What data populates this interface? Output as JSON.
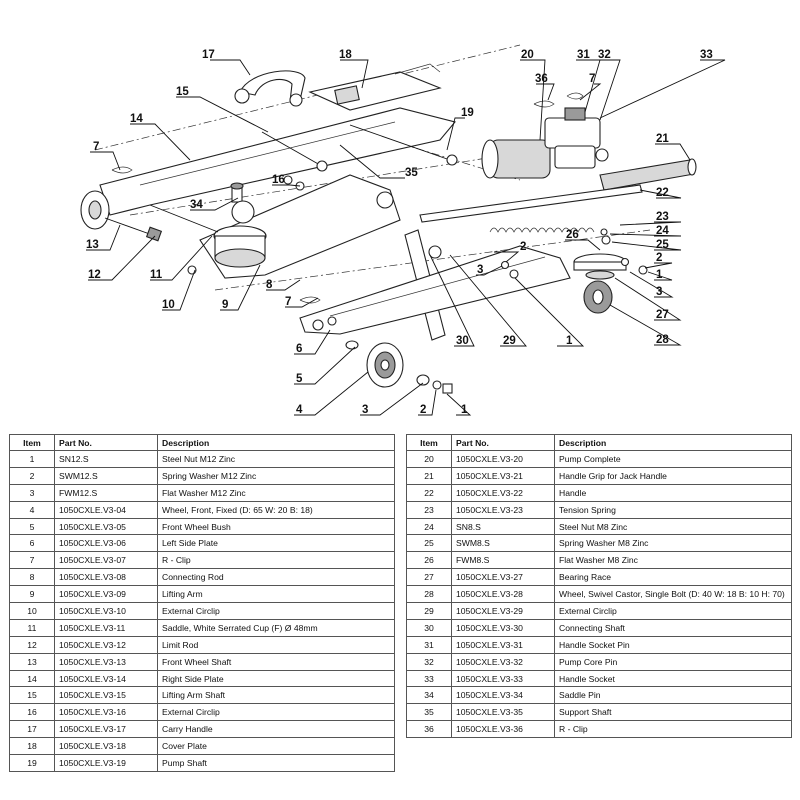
{
  "callouts": [
    "1",
    "2",
    "3",
    "4",
    "5",
    "6",
    "7",
    "8",
    "9",
    "10",
    "11",
    "12",
    "13",
    "14",
    "15",
    "16",
    "17",
    "18",
    "19",
    "20",
    "21",
    "22",
    "23",
    "24",
    "25",
    "26",
    "27",
    "28",
    "29",
    "30",
    "31",
    "32",
    "33",
    "34",
    "35",
    "36"
  ],
  "table_headers": {
    "item": "Item",
    "part_no": "Part No.",
    "description": "Description"
  },
  "parts_left": [
    {
      "item": "1",
      "part_no": "SN12.S",
      "description": "Steel Nut M12 Zinc"
    },
    {
      "item": "2",
      "part_no": "SWM12.S",
      "description": "Spring Washer M12 Zinc"
    },
    {
      "item": "3",
      "part_no": "FWM12.S",
      "description": "Flat Washer M12 Zinc"
    },
    {
      "item": "4",
      "part_no": "1050CXLE.V3-04",
      "description": "Wheel, Front, Fixed (D: 65 W: 20 B: 18)"
    },
    {
      "item": "5",
      "part_no": "1050CXLE.V3-05",
      "description": "Front Wheel Bush"
    },
    {
      "item": "6",
      "part_no": "1050CXLE.V3-06",
      "description": "Left Side Plate"
    },
    {
      "item": "7",
      "part_no": "1050CXLE.V3-07",
      "description": "R - Clip"
    },
    {
      "item": "8",
      "part_no": "1050CXLE.V3-08",
      "description": "Connecting Rod"
    },
    {
      "item": "9",
      "part_no": "1050CXLE.V3-09",
      "description": "Lifting Arm"
    },
    {
      "item": "10",
      "part_no": "1050CXLE.V3-10",
      "description": "External Circlip"
    },
    {
      "item": "11",
      "part_no": "1050CXLE.V3-11",
      "description": "Saddle, White Serrated Cup (F) Ø 48mm"
    },
    {
      "item": "12",
      "part_no": "1050CXLE.V3-12",
      "description": "Limit Rod"
    },
    {
      "item": "13",
      "part_no": "1050CXLE.V3-13",
      "description": "Front Wheel Shaft"
    },
    {
      "item": "14",
      "part_no": "1050CXLE.V3-14",
      "description": "Right Side Plate"
    },
    {
      "item": "15",
      "part_no": "1050CXLE.V3-15",
      "description": "Lifting Arm Shaft"
    },
    {
      "item": "16",
      "part_no": "1050CXLE.V3-16",
      "description": "External Circlip"
    },
    {
      "item": "17",
      "part_no": "1050CXLE.V3-17",
      "description": "Carry Handle"
    },
    {
      "item": "18",
      "part_no": "1050CXLE.V3-18",
      "description": "Cover Plate"
    },
    {
      "item": "19",
      "part_no": "1050CXLE.V3-19",
      "description": "Pump Shaft"
    }
  ],
  "parts_right": [
    {
      "item": "20",
      "part_no": "1050CXLE.V3-20",
      "description": "Pump Complete"
    },
    {
      "item": "21",
      "part_no": "1050CXLE.V3-21",
      "description": "Handle Grip for Jack Handle"
    },
    {
      "item": "22",
      "part_no": "1050CXLE.V3-22",
      "description": "Handle"
    },
    {
      "item": "23",
      "part_no": "1050CXLE.V3-23",
      "description": "Tension Spring"
    },
    {
      "item": "24",
      "part_no": "SN8.S",
      "description": "Steel Nut M8 Zinc"
    },
    {
      "item": "25",
      "part_no": "SWM8.S",
      "description": "Spring Washer M8 Zinc"
    },
    {
      "item": "26",
      "part_no": "FWM8.S",
      "description": "Flat Washer M8 Zinc"
    },
    {
      "item": "27",
      "part_no": "1050CXLE.V3-27",
      "description": "Bearing Race"
    },
    {
      "item": "28",
      "part_no": "1050CXLE.V3-28",
      "description": "Wheel, Swivel Castor, Single Bolt (D: 40 W: 18 B: 10 H: 70)"
    },
    {
      "item": "29",
      "part_no": "1050CXLE.V3-29",
      "description": "External Circlip"
    },
    {
      "item": "30",
      "part_no": "1050CXLE.V3-30",
      "description": "Connecting Shaft"
    },
    {
      "item": "31",
      "part_no": "1050CXLE.V3-31",
      "description": "Handle Socket Pin"
    },
    {
      "item": "32",
      "part_no": "1050CXLE.V3-32",
      "description": "Pump Core Pin"
    },
    {
      "item": "33",
      "part_no": "1050CXLE.V3-33",
      "description": "Handle Socket"
    },
    {
      "item": "34",
      "part_no": "1050CXLE.V3-34",
      "description": "Saddle Pin"
    },
    {
      "item": "35",
      "part_no": "1050CXLE.V3-35",
      "description": "Support Shaft"
    },
    {
      "item": "36",
      "part_no": "1050CXLE.V3-36",
      "description": "R - Clip"
    }
  ]
}
